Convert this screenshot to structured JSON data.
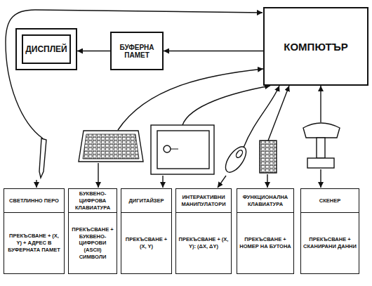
{
  "diagram": {
    "nodes": [
      {
        "text": [
          "ДИСПЛЕЙ"
        ]
      },
      {
        "text": [
          "БУФЕРНА ПАМЕТ"
        ]
      },
      {
        "text": [
          "КОМПЮТЪР"
        ]
      },
      {
        "text": [
          "СВЕТЛИННО ПЕРО",
          "ПРЕКЪСВАНЕ + (X, Y) + АДРЕС В БУФЕРНАТА ПАМЕТ"
        ]
      },
      {
        "text": [
          "БУКВЕНО-ЦИФРОВА КЛАВИАТУРА",
          "ПРЕКЪСВАНЕ + БУКВЕНО-ЦИФРОВИ (ASCII) СИМВОЛИ"
        ]
      },
      {
        "text": [
          "ДИГИТАЙЗЕР",
          "ПРЕКЪСВАНЕ + (X, Y)"
        ]
      },
      {
        "text": [
          "ИНТЕРАКТИВНИ МАНИПУЛАТОРИ",
          "ПРЕКЪСВАНЕ + (X, Y): (ΔX, ΔY)"
        ]
      },
      {
        "text": [
          "ФУНКЦИОНАЛНА КЛАВИАТУРА",
          "ПРЕКЪСВАНЕ + НОМЕР НА БУТОНА"
        ]
      },
      {
        "text": [
          "СКЕНЕР",
          "ПРЕКЪСВАНЕ + СКАНИРАНИ ДАННИ"
        ]
      }
    ],
    "edges": [
      {
        "from": 2,
        "to": 1,
        "arrow": "to"
      },
      {
        "from": 1,
        "to": 0,
        "arrow": "to"
      }
    ]
  }
}
